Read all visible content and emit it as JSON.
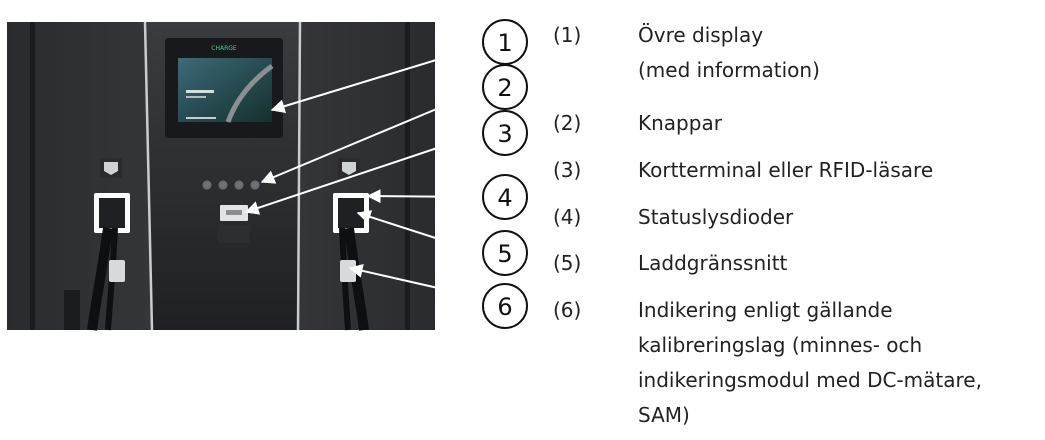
{
  "screen_logo": "CHARGE",
  "callouts": [
    "1",
    "2",
    "3",
    "4",
    "5",
    "6"
  ],
  "legend": [
    {
      "num": "(1)",
      "text": "Övre display\n(med information)"
    },
    {
      "num": "(2)",
      "text": "Knappar"
    },
    {
      "num": "(3)",
      "text": "Kortterminal eller RFID-läsare"
    },
    {
      "num": "(4)",
      "text": "Statuslysdioder"
    },
    {
      "num": "(5)",
      "text": "Laddgränssnitt"
    },
    {
      "num": "(6)",
      "text": "Indikering enligt gällande\nkalibreringslag (minnes- och\nindikeringsmodul med DC-mätare,\nSAM)"
    }
  ]
}
